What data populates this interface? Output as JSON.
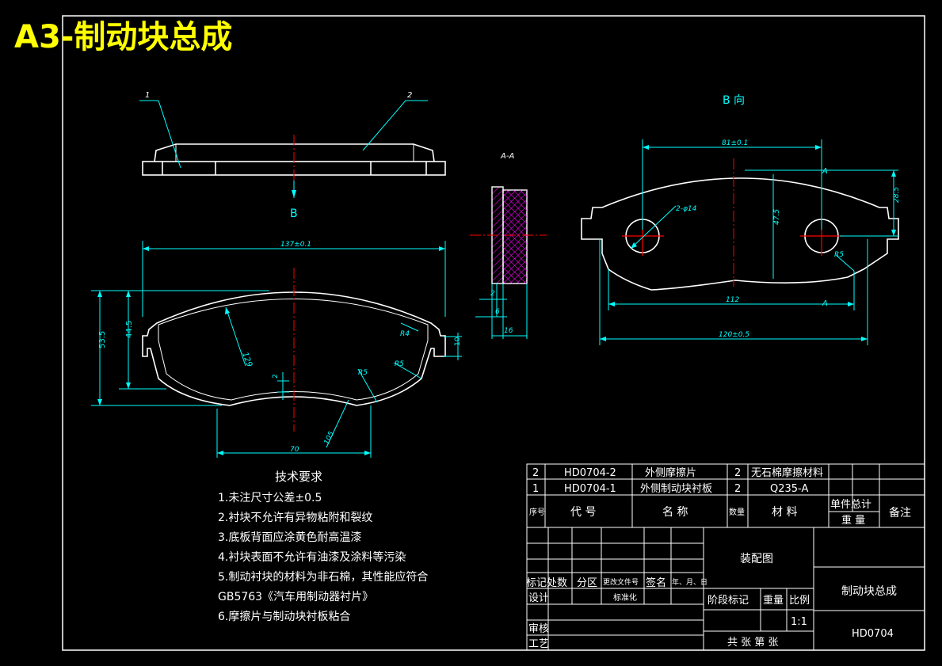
{
  "title": "A3-制动块总成",
  "views": {
    "top_label": "B",
    "section_label": "A-A",
    "right_label": "B 向",
    "leader_1": "1",
    "leader_2": "2"
  },
  "dims_left": {
    "width_top": "137±0.1",
    "height_total": "53.5",
    "height_inner": "44.5",
    "radius_large": "129",
    "thickness": "2",
    "r4": "R4",
    "r5a": "R5",
    "r5b": "R5",
    "bottom_width": "70",
    "r105": "105",
    "side_small": "10"
  },
  "dims_section": {
    "d1": "2",
    "d2": "6",
    "d3": "16"
  },
  "dims_right": {
    "top": "81±0.1",
    "holes": "2-φ14",
    "h475": "47.5",
    "h285": "28.5",
    "r5": "R5",
    "w112": "112",
    "w120": "120±0.5",
    "a_top": "A",
    "a_bot": "A"
  },
  "notes": {
    "heading": "技术要求",
    "lines": [
      "1.未注尺寸公差±0.5",
      "2.衬块不允许有异物粘附和裂纹",
      "3.底板背面应涂黄色耐高温漆",
      "4.衬块表面不允许有油漆及涂料等污染",
      "5.制动衬块的材料为非石棉，其性能应符合",
      "GB5763《汽车用制动器衬片》",
      "6.摩擦片与制动块衬板粘合"
    ]
  },
  "bom": {
    "rows": [
      {
        "no": "2",
        "code": "HD0704-2",
        "name": "外侧摩擦片",
        "qty": "2",
        "material": "无石棉摩擦材料"
      },
      {
        "no": "1",
        "code": "HD0704-1",
        "name": "外侧制动块衬板",
        "qty": "2",
        "material": "Q235-A"
      }
    ],
    "header": {
      "no": "序号",
      "code": "代 号",
      "name": "名 称",
      "qty": "数量",
      "material": "材 料",
      "weight_top": "单件总计",
      "weight_bottom": "重 量",
      "remark": "备注"
    }
  },
  "titleblock": {
    "drawing_type": "装配图",
    "name": "制动块总成",
    "code": "HD0704",
    "labels": {
      "mark": "标记",
      "count": "处数",
      "zone": "分区",
      "change_doc": "更改文件号",
      "sign": "签名",
      "date": "年、月、日",
      "design": "设计",
      "standard": "标准化",
      "stage": "阶段标记",
      "weight": "重量",
      "scale": "比例",
      "scale_value": "1:1",
      "check": "审核",
      "process": "工艺",
      "sheets": "共 张 第 张"
    }
  }
}
